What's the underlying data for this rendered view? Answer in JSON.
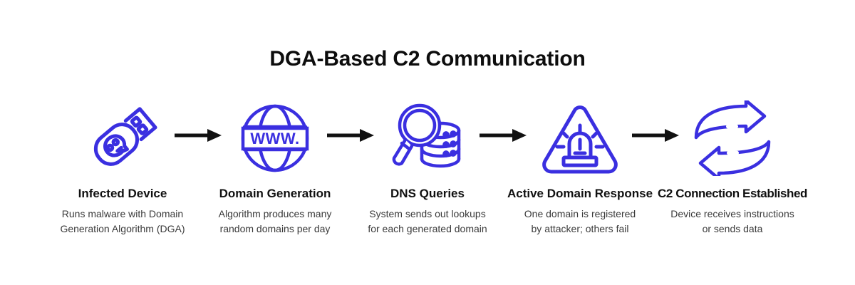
{
  "diagram": {
    "title": "DGA-Based C2 Communication",
    "accent_color": "#3a2fe0",
    "arrow_color": "#111111",
    "title_color": "#0d0d0d",
    "label_color": "#101010",
    "desc_color": "#3a3a3a",
    "background": "#ffffff",
    "globe_banner_text": "WWW.",
    "steps": [
      {
        "icon": "usb-skull-icon",
        "label": "Infected Device",
        "desc_line1": "Runs malware with Domain",
        "desc_line2": "Generation Algorithm (DGA)"
      },
      {
        "icon": "globe-www-icon",
        "label": "Domain Generation",
        "desc_line1": "Algorithm produces many",
        "desc_line2": "random domains per day"
      },
      {
        "icon": "magnifier-database-icon",
        "label": "DNS Queries",
        "desc_line1": "System sends out lookups",
        "desc_line2": "for each generated domain"
      },
      {
        "icon": "warning-siren-icon",
        "label": "Active Domain Response",
        "desc_line1": "One domain is registered",
        "desc_line2": "by attacker; others fail"
      },
      {
        "icon": "exchange-arrows-icon",
        "label": "C2 Connection Established",
        "desc_line1": "Device receives instructions",
        "desc_line2": "or sends data"
      }
    ],
    "connectors": [
      {
        "name": "arrow-1"
      },
      {
        "name": "arrow-2"
      },
      {
        "name": "arrow-3"
      },
      {
        "name": "arrow-4"
      }
    ]
  }
}
